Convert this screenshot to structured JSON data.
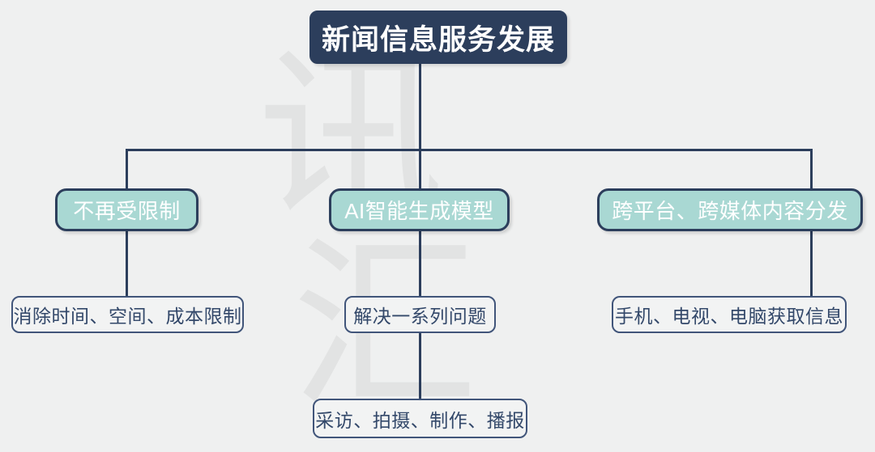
{
  "diagram": {
    "type": "org-chart",
    "background_color": "#eff0f0",
    "accent_dark": "#2c3e5c",
    "accent_teal": "#a9d8d3",
    "leaf_text_color": "#33486a",
    "watermark": {
      "top_glyph": "讯",
      "bottom_glyph": "汇",
      "color": "#e2e3e3"
    },
    "root": {
      "label": "新闻信息服务发展"
    },
    "branches": [
      {
        "label": "不再受限制",
        "children": [
          {
            "label": "消除时间、空间、成本限制"
          }
        ]
      },
      {
        "label": "AI智能生成模型",
        "children": [
          {
            "label": "解决一系列问题"
          },
          {
            "label": "采访、拍摄、制作、播报"
          }
        ]
      },
      {
        "label": "跨平台、跨媒体内容分发",
        "children": [
          {
            "label": "手机、电视、电脑获取信息"
          }
        ]
      }
    ]
  }
}
